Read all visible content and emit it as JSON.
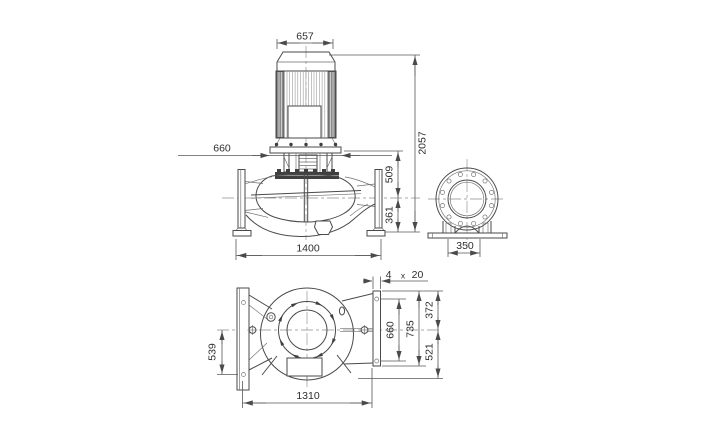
{
  "drawing": {
    "front_view": {
      "dim_motor_width": "657",
      "dim_head_width": "660",
      "dim_total_height": "2057",
      "dim_center_to_head": "509",
      "dim_base_to_center": "361",
      "dim_base_length": "1400"
    },
    "end_view": {
      "dim_foot_hole_spacing": "350"
    },
    "plan_view": {
      "dim_hole_count": "4",
      "dim_hole_sep": "x",
      "dim_hole_size": "20",
      "dim_flange_hole_spacing": "660",
      "dim_flange_height": "735",
      "dim_center_to_flange_top": "372",
      "dim_center_to_bottom": "521",
      "dim_center_to_hole": "539",
      "dim_overall_length": "1310"
    },
    "colors": {
      "line": "#4a4a4a",
      "dimension": "#585858",
      "text": "#2e2e2e",
      "centerline": "#8f8f8f",
      "background": "#ffffff"
    }
  }
}
